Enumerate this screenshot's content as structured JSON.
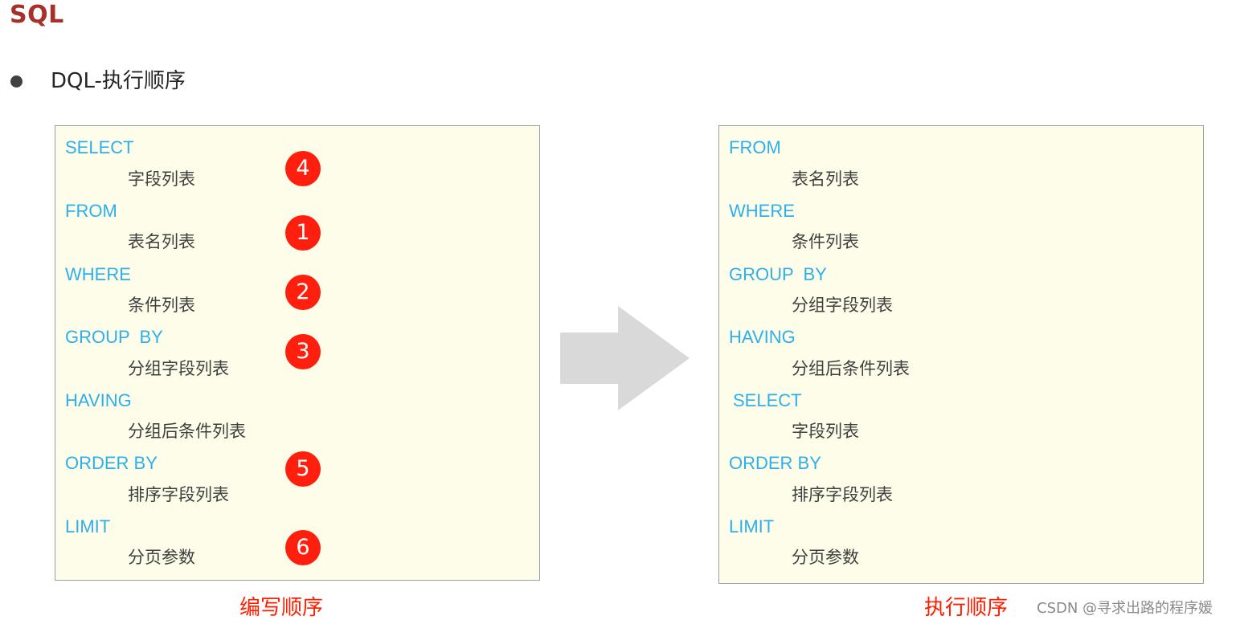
{
  "page": {
    "title": "SQL",
    "section_heading": "DQL-执行顺序"
  },
  "written_order": {
    "caption": "编写顺序",
    "lines": [
      {
        "kw": "SELECT",
        "arg": "字段列表",
        "step": "4"
      },
      {
        "kw": "FROM",
        "arg": "表名列表",
        "step": "1"
      },
      {
        "kw": "WHERE",
        "arg": "条件列表",
        "step": "2"
      },
      {
        "kw": "GROUP  BY",
        "arg": "分组字段列表",
        "step": "3"
      },
      {
        "kw": "HAVING",
        "arg": "分组后条件列表"
      },
      {
        "kw": "ORDER BY",
        "arg": "排序字段列表",
        "step": "5"
      },
      {
        "kw": "LIMIT",
        "arg": "分页参数",
        "step": "6"
      }
    ]
  },
  "execution_order": {
    "caption": "执行顺序",
    "lines": [
      {
        "kw": "FROM",
        "arg": "表名列表"
      },
      {
        "kw": "WHERE",
        "arg": "条件列表"
      },
      {
        "kw": "GROUP  BY",
        "arg": "分组字段列表"
      },
      {
        "kw": "HAVING",
        "arg": "分组后条件列表"
      },
      {
        "kw": "SELECT",
        "arg": "字段列表"
      },
      {
        "kw": "ORDER BY",
        "arg": "排序字段列表"
      },
      {
        "kw": "LIMIT",
        "arg": "分页参数"
      }
    ]
  },
  "watermark": "CSDN @寻求出路的程序媛",
  "colors": {
    "title": "#a8302b",
    "keyword": "#2db0ea",
    "box_background": "#fefde9",
    "badge": "#ff1f0e",
    "caption": "#ff1e00",
    "arrow": "#d9d9d9"
  }
}
